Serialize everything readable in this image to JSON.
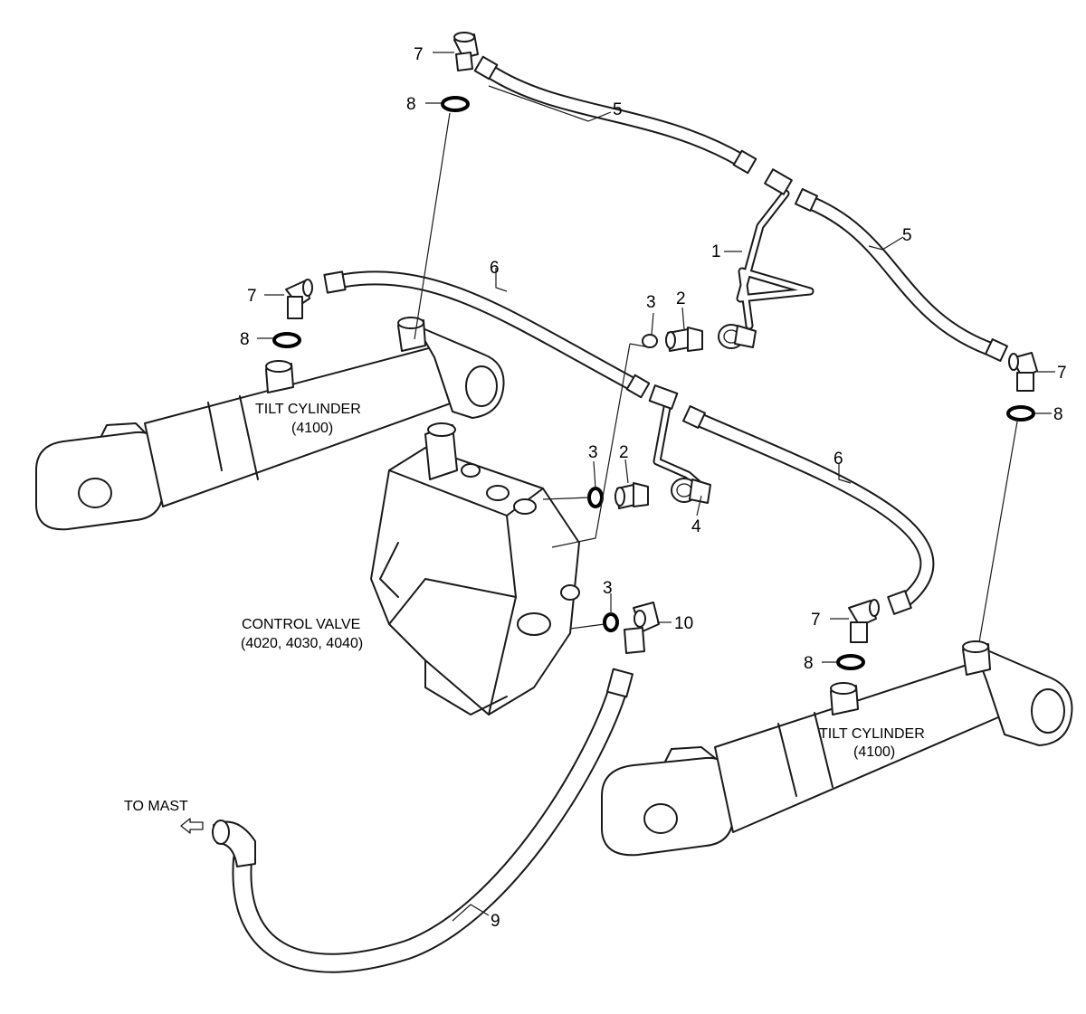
{
  "labels": {
    "tilt_cylinder_left": "TILT CYLINDER",
    "tilt_cylinder_left_code": "(4100)",
    "tilt_cylinder_right": "TILT CYLINDER",
    "tilt_cylinder_right_code": "(4100)",
    "control_valve": "CONTROL VALVE",
    "control_valve_codes": "(4020, 4030, 4040)",
    "to_mast": "TO MAST"
  },
  "callouts": {
    "c1": "1",
    "c2a": "2",
    "c2b": "2",
    "c3a": "3",
    "c3b": "3",
    "c3c": "3",
    "c4": "4",
    "c5a": "5",
    "c5b": "5",
    "c6a": "6",
    "c6b": "6",
    "c7a": "7",
    "c7b": "7",
    "c7c": "7",
    "c7d": "7",
    "c8a": "8",
    "c8b": "8",
    "c8c": "8",
    "c8d": "8",
    "c9": "9",
    "c10": "10"
  }
}
